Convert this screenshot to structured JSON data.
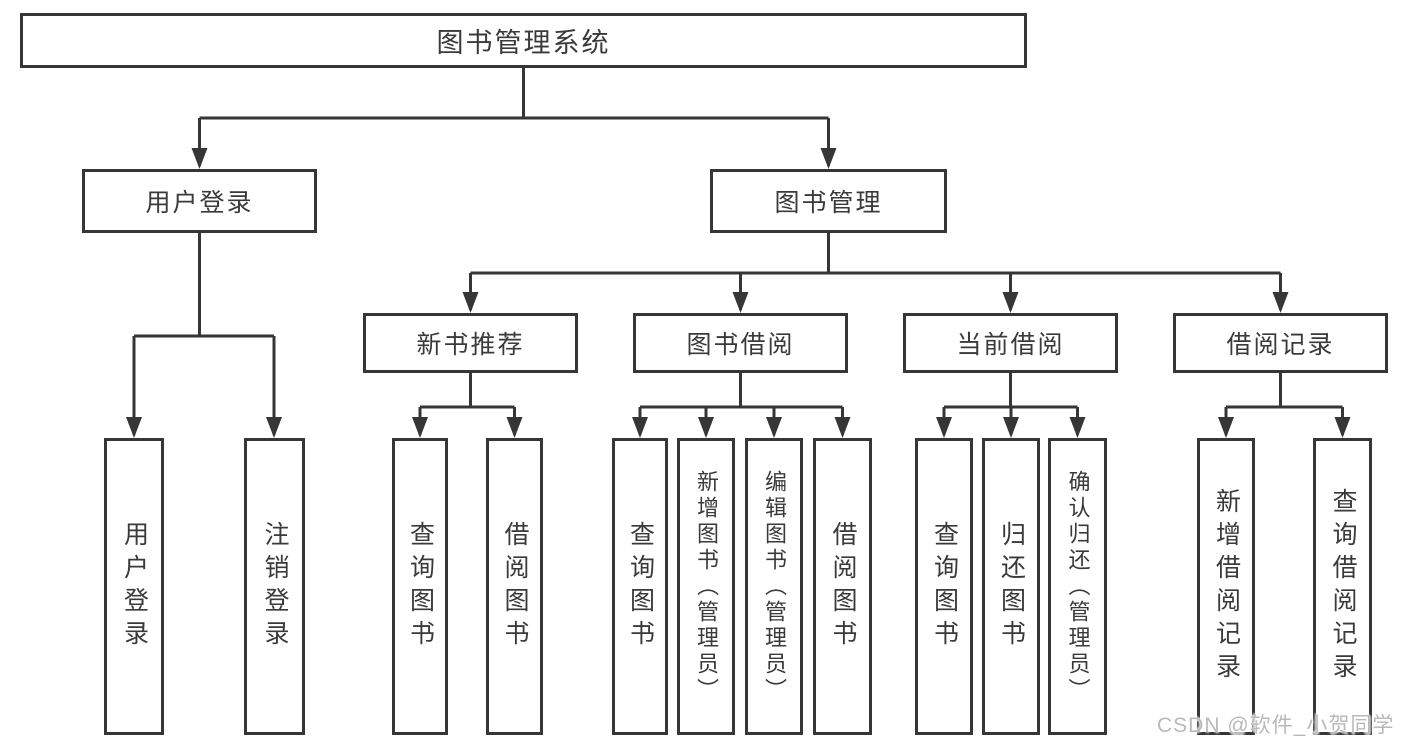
{
  "diagram_title": "图书管理系统",
  "tree": {
    "root": {
      "label": "图书管理系统"
    },
    "branches": [
      {
        "label": "用户登录",
        "leaves": [
          "用户登录",
          "注销登录"
        ]
      },
      {
        "label": "图书管理",
        "groups": [
          {
            "label": "新书推荐",
            "leaves": [
              "查询图书",
              "借阅图书"
            ]
          },
          {
            "label": "图书借阅",
            "leaves": [
              "查询图书",
              "新增图书（管理员）",
              "编辑图书（管理员）",
              "借阅图书"
            ]
          },
          {
            "label": "当前借阅",
            "leaves": [
              "查询图书",
              "归还图书",
              "确认归还（管理员）"
            ]
          },
          {
            "label": "借阅记录",
            "leaves": [
              "新增借阅记录",
              "查询借阅记录"
            ]
          }
        ]
      }
    ]
  },
  "watermark": {
    "text": "CSDN @软件_小贺同学",
    "color": "#b9b9b9"
  },
  "colors": {
    "line": "#363636",
    "text": "#3a3a3a",
    "box_background": "#ffffff",
    "page_background": "#ffffff"
  }
}
